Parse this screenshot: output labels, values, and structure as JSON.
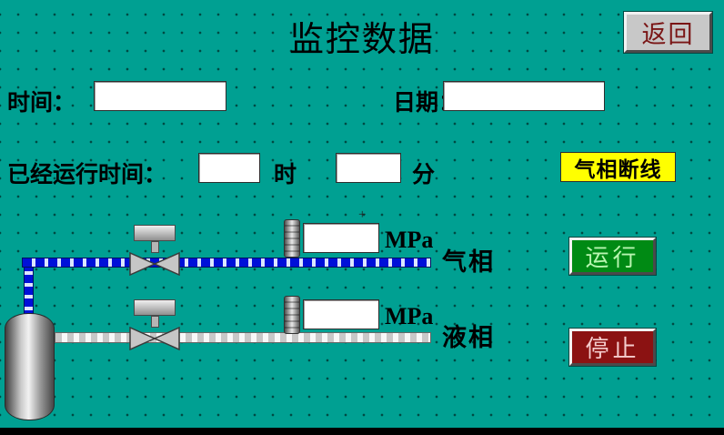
{
  "page": {
    "title": "监控数据"
  },
  "buttons": {
    "back": "返回",
    "run": "运行",
    "stop": "停止"
  },
  "fields": {
    "time_label": "时间：",
    "time_value": "",
    "date_label": "日期：",
    "date_value": "",
    "runtime_label": "已经运行时间：",
    "runtime_hours_value": "",
    "hour_unit": "时",
    "runtime_minutes_value": "",
    "minute_unit": "分"
  },
  "alarm": {
    "gas_disconnect_label": "气相断线"
  },
  "diagram": {
    "gas_pressure_value": "",
    "gas_unit": "MPa",
    "gas_label": "气相",
    "liquid_pressure_value": "",
    "liquid_unit": "MPa",
    "liquid_label": "液相",
    "marker": "+"
  },
  "colors": {
    "background": "#00A092",
    "alarm_bg": "#FFFF00",
    "run_button_bg": "#008A14",
    "stop_button_bg": "#8B1212",
    "gas_pipe_blue": "#0010D8",
    "button_face": "#C8C8C8"
  }
}
